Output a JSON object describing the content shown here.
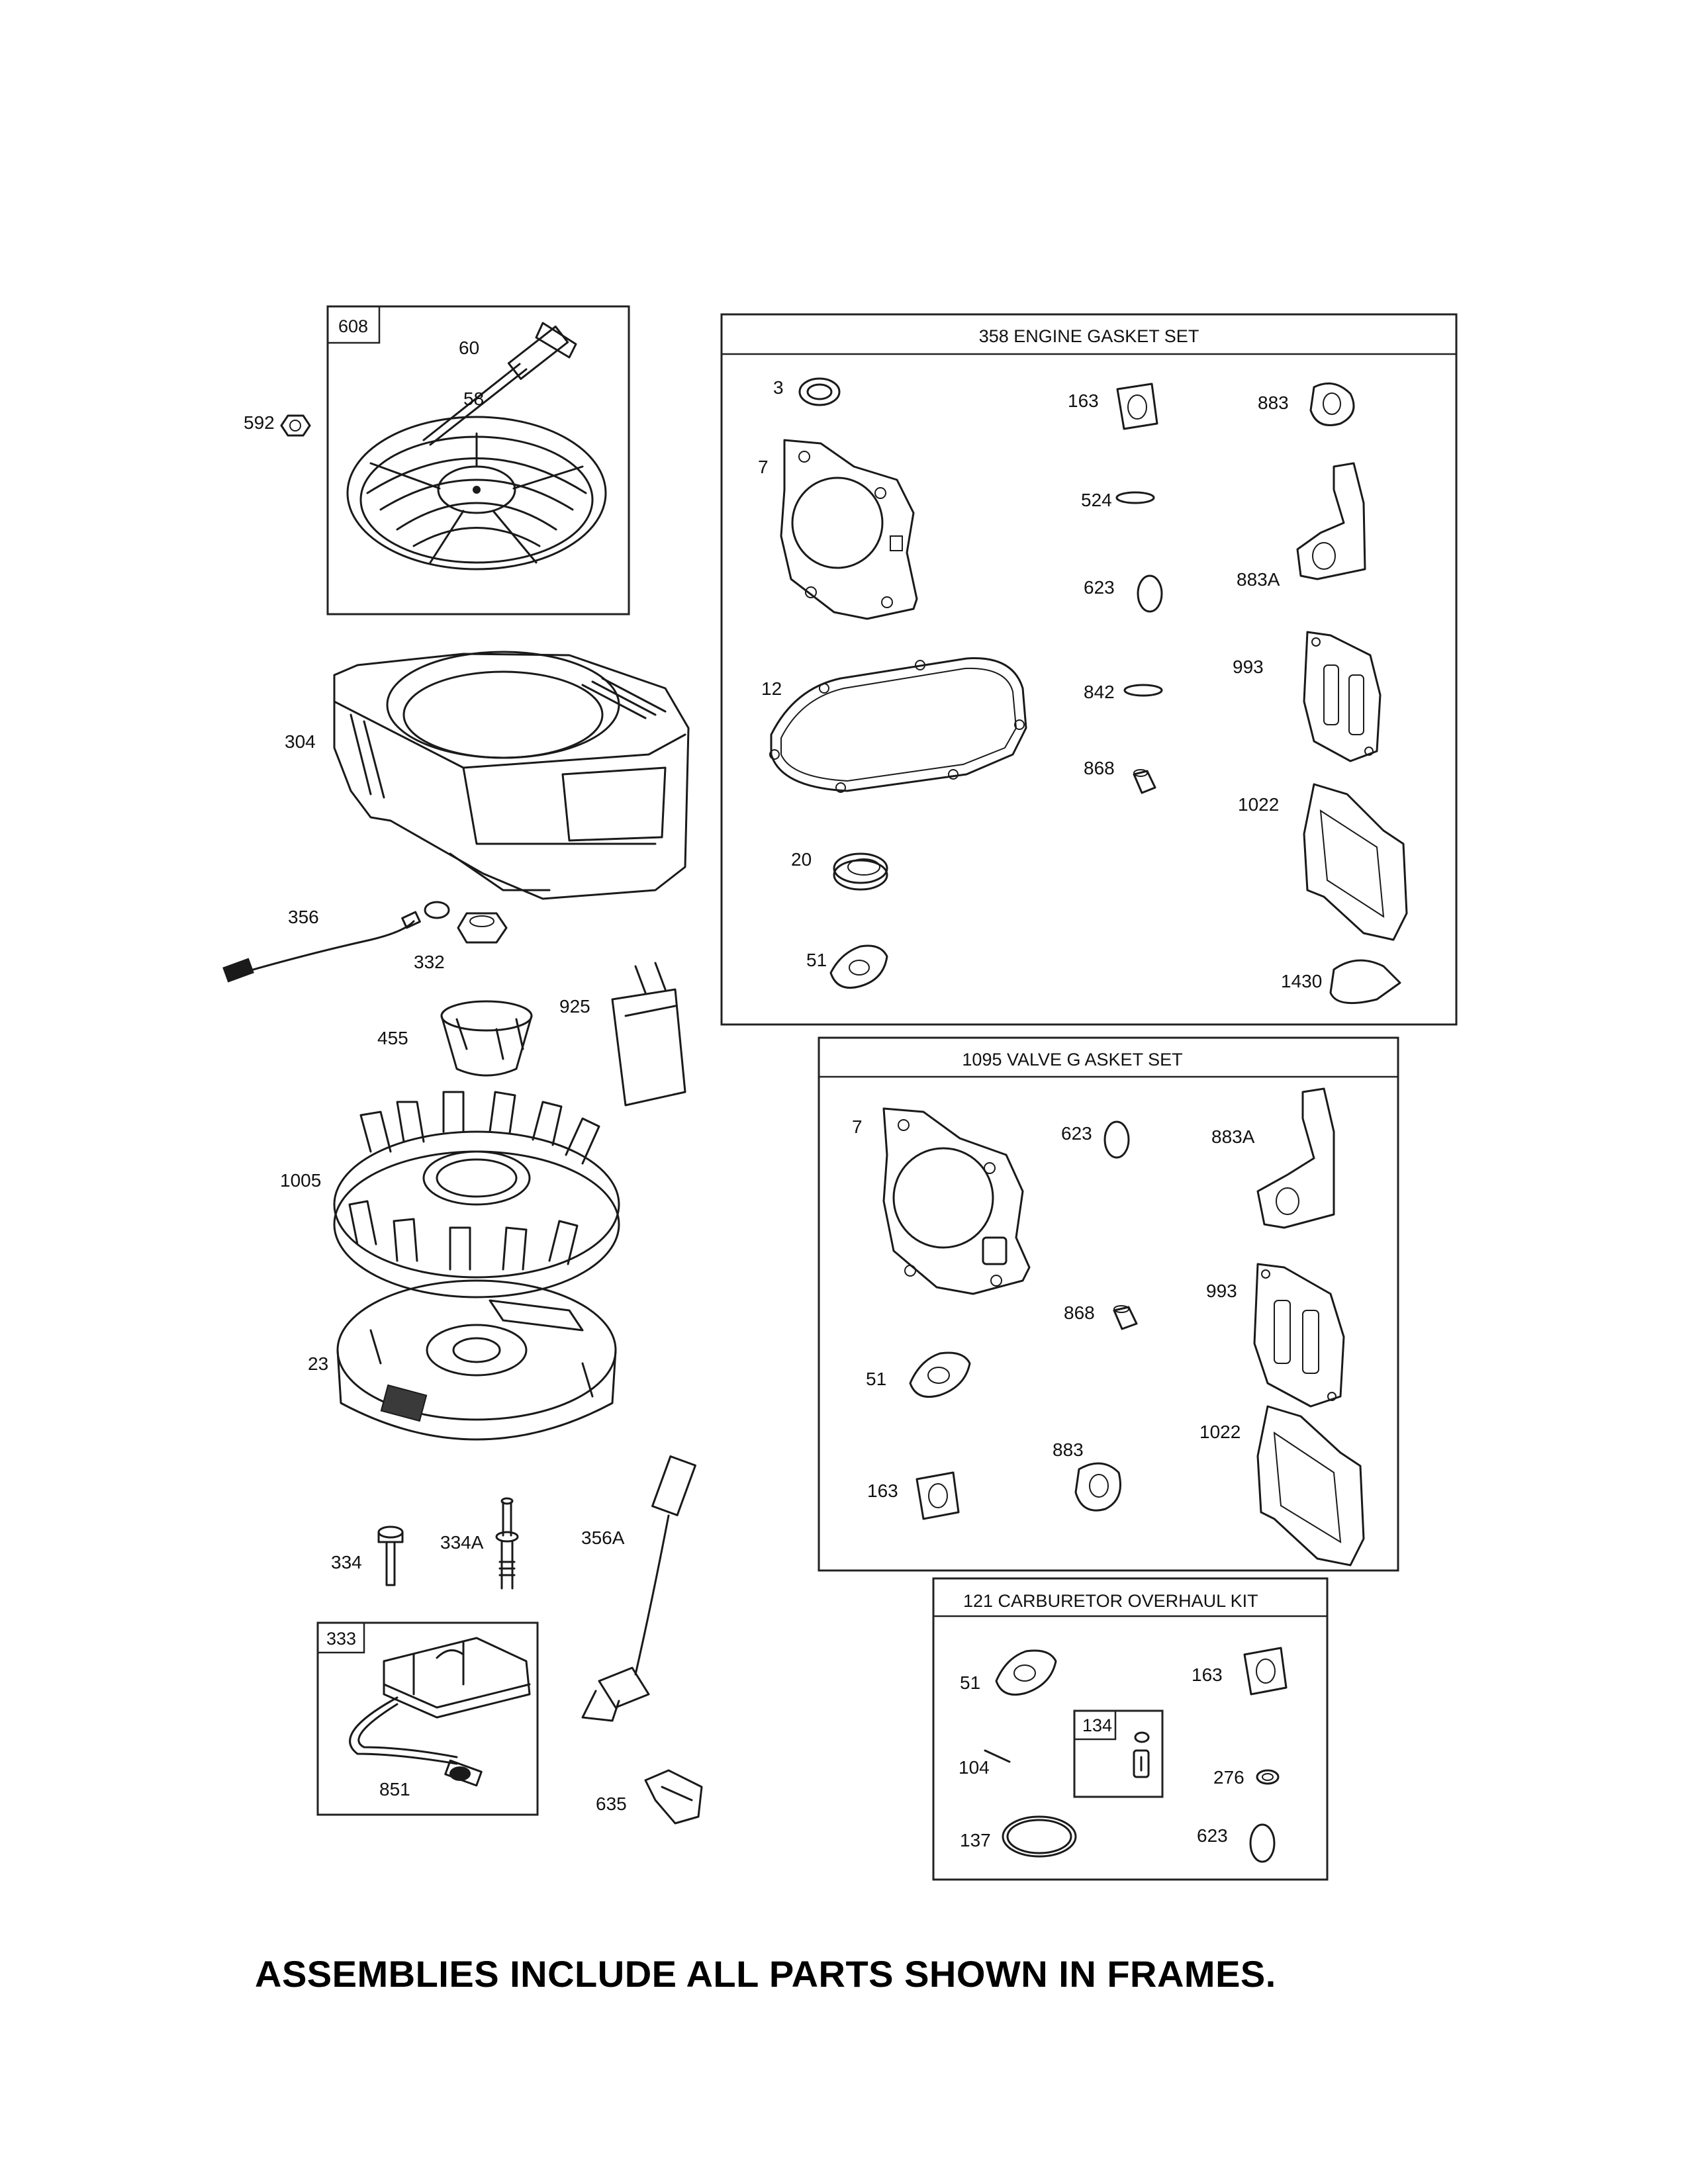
{
  "frames": {
    "recoil": "608",
    "gasket_set": "358 ENGINE GASKET SET",
    "valve_gasket_set": "1095 VALVE G ASKET SET",
    "carburetor_kit": "121 CARBURETOR OVERHAUL KIT",
    "ignition": "333",
    "carb_sub": "134"
  },
  "labels": {
    "p592": "592",
    "p60": "60",
    "p58": "58",
    "p304": "304",
    "p356": "356",
    "p332": "332",
    "p925": "925",
    "p455": "455",
    "p1005": "1005",
    "p23": "23",
    "p334": "334",
    "p334a": "334A",
    "p356a": "356A",
    "p851": "851",
    "p635": "635",
    "g3": "3",
    "g163": "163",
    "g883": "883",
    "g7": "7",
    "g524": "524",
    "g623": "623",
    "g883a": "883A",
    "g993": "993",
    "g12": "12",
    "g842": "842",
    "g868": "868",
    "g1022": "1022",
    "g20": "20",
    "g51": "51",
    "g1430": "1430",
    "v7": "7",
    "v623": "623",
    "v883a": "883A",
    "v993": "993",
    "v868": "868",
    "v51": "51",
    "v1022": "1022",
    "v883": "883",
    "v163": "163",
    "c51": "51",
    "c163": "163",
    "c104": "104",
    "c276": "276",
    "c137": "137",
    "c623": "623"
  },
  "footer": "ASSEMBLIES INCLUDE ALL PARTS SHOWN IN FRAMES."
}
